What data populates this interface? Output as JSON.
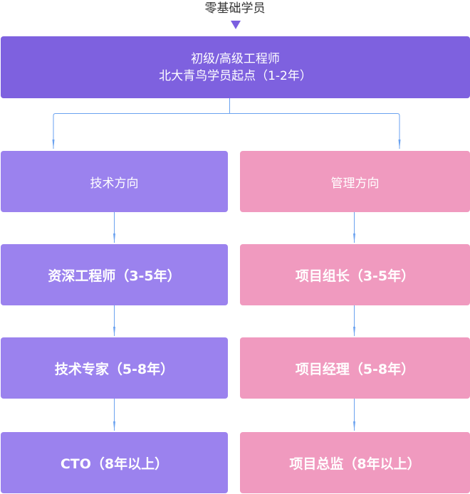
{
  "diagram": {
    "title": "零基础学员",
    "root": {
      "line1": "初级/高级工程师",
      "line2": "北大青鸟学员起点（1-2年）"
    },
    "branches": [
      {
        "label": "技术方向",
        "color": "#9b82ee",
        "steps": [
          "资深工程师（3-5年）",
          "技术专家（5-8年）",
          "CTO（8年以上）"
        ]
      },
      {
        "label": "管理方向",
        "color": "#f09abf",
        "steps": [
          "项目组长（3-5年）",
          "项目经理（5-8年）",
          "项目总监（8年以上）"
        ]
      }
    ],
    "colors": {
      "root": "#7e61df",
      "connector": "#6aa2f0",
      "start_arrow": "#7b5fe0"
    }
  }
}
